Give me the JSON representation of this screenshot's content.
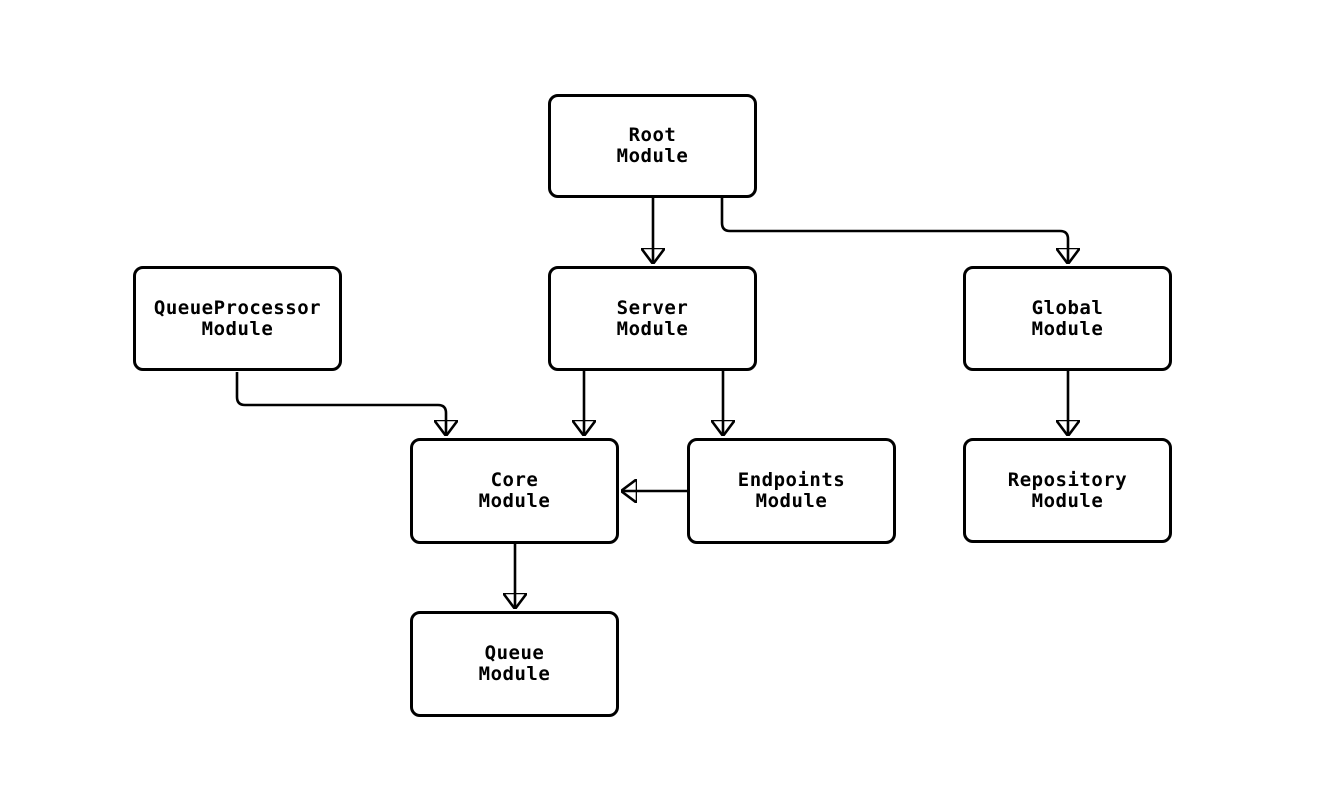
{
  "diagram": {
    "type": "flowchart",
    "background_color": "#ffffff",
    "stroke_color": "#000000",
    "node_fill_color": "#ffffff",
    "text_color": "#000000",
    "nodes": [
      {
        "id": "root",
        "label": "Root\nModule"
      },
      {
        "id": "queueprocessor",
        "label": "QueueProcessor\nModule"
      },
      {
        "id": "server",
        "label": "Server\nModule"
      },
      {
        "id": "global",
        "label": "Global\nModule"
      },
      {
        "id": "core",
        "label": "Core\nModule"
      },
      {
        "id": "endpoints",
        "label": "Endpoints\nModule"
      },
      {
        "id": "repository",
        "label": "Repository\nModule"
      },
      {
        "id": "queue",
        "label": "Queue\nModule"
      }
    ],
    "edges": [
      {
        "from": "root",
        "to": "server"
      },
      {
        "from": "root",
        "to": "global"
      },
      {
        "from": "queueprocessor",
        "to": "core"
      },
      {
        "from": "server",
        "to": "core"
      },
      {
        "from": "server",
        "to": "endpoints"
      },
      {
        "from": "global",
        "to": "repository"
      },
      {
        "from": "endpoints",
        "to": "core"
      },
      {
        "from": "core",
        "to": "queue"
      }
    ]
  }
}
